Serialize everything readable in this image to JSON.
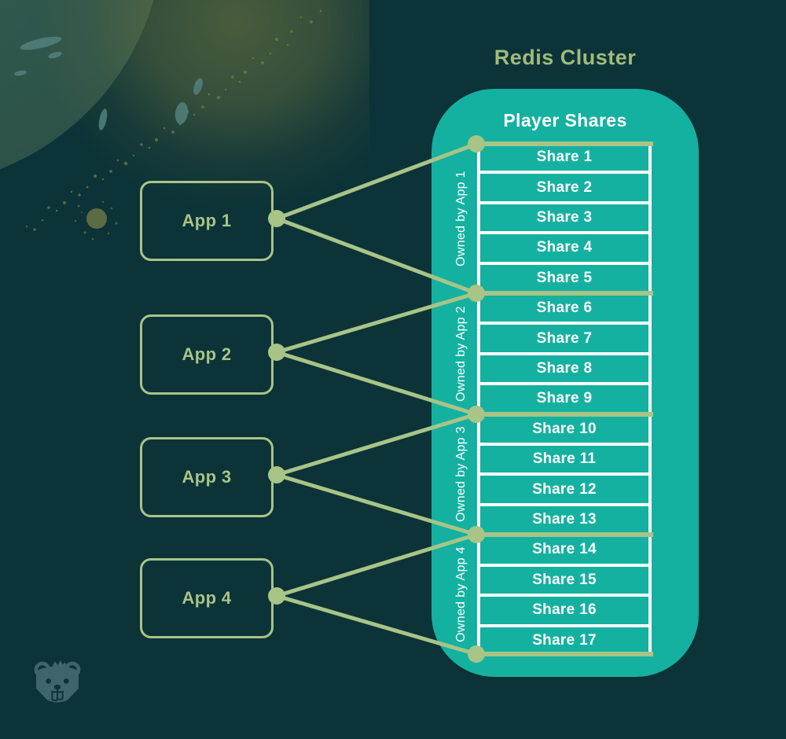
{
  "header": {
    "title": "Redis Cluster"
  },
  "cluster": {
    "title": "Player Shares"
  },
  "apps": [
    {
      "label": "App 1",
      "owned_label": "Owned by App 1"
    },
    {
      "label": "App 2",
      "owned_label": "Owned by App 2"
    },
    {
      "label": "App 3",
      "owned_label": "Owned by App 3"
    },
    {
      "label": "App 4",
      "owned_label": "Owned by App 4"
    }
  ],
  "shares": [
    "Share 1",
    "Share 2",
    "Share 3",
    "Share 4",
    "Share 5",
    "Share 6",
    "Share 7",
    "Share 8",
    "Share 9",
    "Share 10",
    "Share 11",
    "Share 12",
    "Share 13",
    "Share 14",
    "Share 15",
    "Share 16",
    "Share 17"
  ],
  "groups": [
    {
      "owned_label": "Owned by App 1",
      "share_count": 5
    },
    {
      "owned_label": "Owned by App 2",
      "share_count": 4
    },
    {
      "owned_label": "Owned by App 3",
      "share_count": 4
    },
    {
      "owned_label": "Owned by App 4",
      "share_count": 4
    }
  ],
  "colors": {
    "background": "#0c3337",
    "cluster_teal": "#14b1a1",
    "accent_sage": "#a8c487",
    "title_sage": "#9fbb7d",
    "label_white": "#ffffff"
  }
}
